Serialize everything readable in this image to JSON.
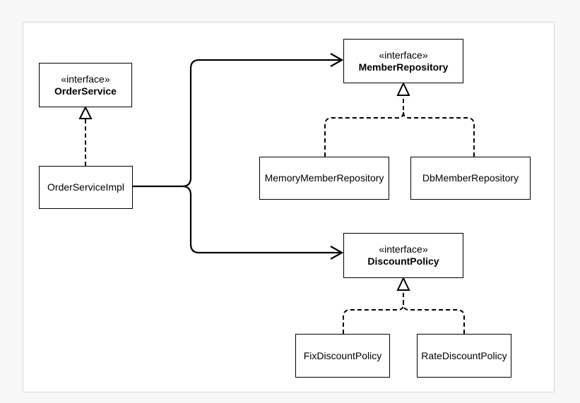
{
  "diagram": {
    "stereotype": "«interface»",
    "interfaces": {
      "order_service": "OrderService",
      "member_repository": "MemberRepository",
      "discount_policy": "DiscountPolicy"
    },
    "classes": {
      "order_service_impl": "OrderServiceImpl",
      "memory_member_repository": "MemoryMemberRepository",
      "db_member_repository": "DbMemberRepository",
      "fix_discount_policy": "FixDiscountPolicy",
      "rate_discount_policy": "RateDiscountPolicy"
    },
    "relations": [
      {
        "type": "realization",
        "from": "OrderServiceImpl",
        "to": "OrderService"
      },
      {
        "type": "realization",
        "from": "MemoryMemberRepository",
        "to": "MemberRepository"
      },
      {
        "type": "realization",
        "from": "DbMemberRepository",
        "to": "MemberRepository"
      },
      {
        "type": "realization",
        "from": "FixDiscountPolicy",
        "to": "DiscountPolicy"
      },
      {
        "type": "realization",
        "from": "RateDiscountPolicy",
        "to": "DiscountPolicy"
      },
      {
        "type": "association",
        "from": "OrderServiceImpl",
        "to": "MemberRepository"
      },
      {
        "type": "association",
        "from": "OrderServiceImpl",
        "to": "DiscountPolicy"
      }
    ],
    "colors": {
      "line": "#000000",
      "box_fill": "#ffffff",
      "canvas": "#ffffff",
      "background": "#f7f7f7"
    }
  }
}
